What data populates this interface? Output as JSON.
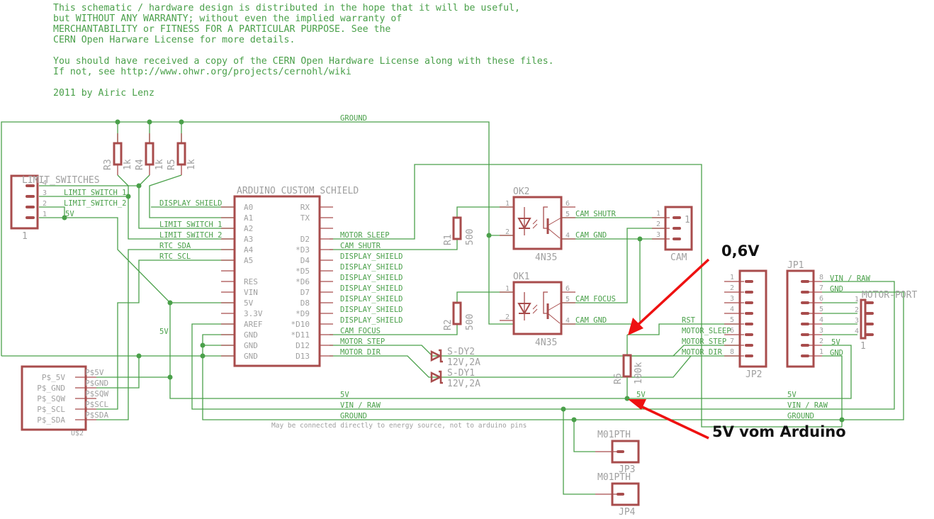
{
  "header": {
    "license_lines": [
      "This schematic / hardware design is distributed in the hope that it will be useful,",
      "but WITHOUT ANY WARRANTY; without even the implied warranty of",
      "MERCHANTABILITY or FITNESS FOR A PARTICULAR PURPOSE. See the",
      "CERN Open Harware License for more details.",
      "You should have received a copy of the CERN Open Hardware License along with these files.",
      "If not, see http://www.ohwr.org/projects/cernohl/wiki",
      "2011 by Airic Lenz"
    ]
  },
  "annotations": {
    "voltage_drop": "0,6V",
    "five_volt_source": "5V vom Arduino"
  },
  "nets": {
    "ground": "GROUND",
    "five_v": "5V",
    "vin_raw": "VIN / RAW",
    "gnd": "GND",
    "rst": "RST",
    "display_shield": "DISPLAY_SHIELD",
    "limit_switch_1": "LIMIT_SWITCH_1",
    "limit_switch_2": "LIMIT_SWITCH_2",
    "rtc_sda": "RTC_SDA",
    "rtc_scl": "RTC_SCL",
    "motor_sleep": "MOTOR_SLEEP",
    "motor_step": "MOTOR_STEP",
    "motor_dir": "MOTOR_DIR",
    "cam_shutr": "CAM_SHUTR",
    "cam_gnd": "CAM_GND",
    "cam_focus": "CAM_FOCUS",
    "energy_note": "May be connected directly to energy source, not to arduino pins"
  },
  "parts": {
    "limit_switches": {
      "name": "LIMIT_SWITCHES",
      "value": "1",
      "pins": [
        "4",
        "3",
        "2",
        "1"
      ]
    },
    "r3": {
      "name": "R3",
      "value": "1k"
    },
    "r4": {
      "name": "R4",
      "value": "1k"
    },
    "r5": {
      "name": "R5",
      "value": "1k"
    },
    "r1": {
      "name": "R1",
      "value": "500"
    },
    "r2": {
      "name": "R2",
      "value": "500"
    },
    "r6": {
      "name": "R6",
      "value": "100k"
    },
    "arduino": {
      "name": "ARDUINO_CUSTOM_SCHIELD",
      "left_pins": [
        "A0",
        "A1",
        "A2",
        "A3",
        "A4",
        "A5",
        "",
        "RES",
        "VIN",
        "5V",
        "3.3V",
        "AREF",
        "GND",
        "GND",
        "GND"
      ],
      "right_pins": [
        "RX",
        "TX",
        "",
        "D2",
        "*D3",
        "D4",
        "*D5",
        "*D6",
        "D7",
        "D8",
        "*D9",
        "*D10",
        "*D11",
        "D12",
        "D13"
      ]
    },
    "ok2": {
      "name": "OK2",
      "value": "4N35",
      "pins": [
        "1",
        "2",
        "6",
        "5",
        "4"
      ]
    },
    "ok1": {
      "name": "OK1",
      "value": "4N35",
      "pins": [
        "1",
        "2",
        "6",
        "5",
        "4"
      ]
    },
    "cam": {
      "name": "CAM",
      "value": "1",
      "pins": [
        "1",
        "2",
        "3"
      ]
    },
    "jp2": {
      "name": "JP2",
      "pins": [
        "1",
        "2",
        "3",
        "4",
        "5",
        "6",
        "7",
        "8"
      ]
    },
    "jp1": {
      "name": "JP1",
      "pins": [
        "8",
        "7",
        "6",
        "5",
        "4",
        "3",
        "2",
        "1"
      ]
    },
    "motor_port": {
      "name": "MOTOR-PORT",
      "value": "1",
      "pins": [
        "1",
        "2",
        "3",
        "4"
      ]
    },
    "rtc": {
      "name": "U$2",
      "inner_pins": [
        "P$_5V",
        "P$_GND",
        "P$_SQW",
        "P$_SCL",
        "P$_SDA"
      ],
      "outer_pins": [
        "P$5V",
        "P$GND",
        "P$SQW",
        "P$SCL",
        "P$SDA"
      ]
    },
    "sdy2": {
      "name": "S-DY2",
      "value": "12V,2A"
    },
    "sdy1": {
      "name": "S-DY1",
      "value": "12V,2A"
    },
    "jp3": {
      "name": "JP3",
      "value": "M01PTH"
    },
    "jp4": {
      "name": "JP4",
      "value": "M01PTH"
    }
  }
}
